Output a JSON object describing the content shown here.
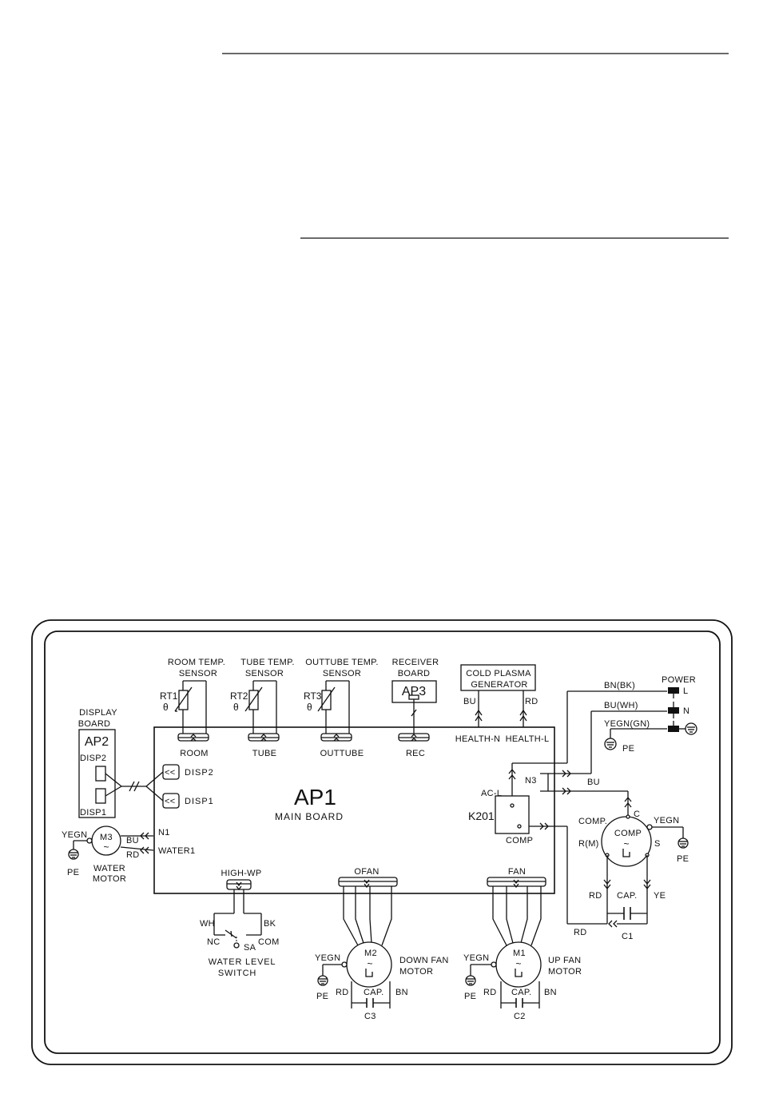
{
  "labels": {
    "room_temp_sensor": [
      "ROOM TEMP.",
      "SENSOR"
    ],
    "tube_temp_sensor": [
      "TUBE TEMP.",
      "SENSOR"
    ],
    "outtube_temp_sensor": [
      "OUTTUBE TEMP.",
      "SENSOR"
    ],
    "receiver_board": [
      "RECEIVER",
      "BOARD"
    ],
    "cold_plasma": [
      "COLD PLASMA",
      "GENERATOR"
    ],
    "power": "POWER",
    "display_board": [
      "DISPLAY",
      "BOARD"
    ],
    "ap2": "AP2",
    "disp2_a": "DISP2",
    "disp1_a": "DISP1",
    "disp2_b": "DISP2",
    "disp1_b": "DISP1",
    "rt1": "RT1",
    "rt2": "RT2",
    "rt3": "RT3",
    "theta": "θ",
    "ap3": "AP3",
    "room": "ROOM",
    "tube": "TUBE",
    "outtube": "OUTTUBE",
    "rec": "REC",
    "bu": "BU",
    "rd": "RD",
    "health_n": "HEALTH-N",
    "health_l": "HEALTH-L",
    "bn_bk": "BN(BK)",
    "bu_wh": "BU(WH)",
    "yegn_gn": "YEGN(GN)",
    "l": "L",
    "n": "N",
    "pe": "PE",
    "ap1": "AP1",
    "main_board": "MAIN BOARD",
    "n3": "N3",
    "ac_l": "AC-L",
    "k201": "K201",
    "comp": "COMP",
    "n1": "N1",
    "water1": "WATER1",
    "yegn": "YEGN",
    "m3": "M3",
    "water_motor": [
      "WATER",
      "MOTOR"
    ],
    "comp_dot": "COMP.",
    "c": "C",
    "r_m": "R(M)",
    "s": "S",
    "cap": "CAP.",
    "ye": "YE",
    "c1": "C1",
    "high_wp": "HIGH-WP",
    "wh": "WH",
    "bk": "BK",
    "nc": "NC",
    "com": "COM",
    "sa": "SA",
    "water_level_switch": [
      "WATER LEVEL",
      "SWITCH"
    ],
    "ofan": "OFAN",
    "fan": "FAN",
    "m2": "M2",
    "m1": "M1",
    "down_fan_motor": [
      "DOWN FAN",
      "MOTOR"
    ],
    "up_fan_motor": [
      "UP FAN",
      "MOTOR"
    ],
    "bn": "BN",
    "c3": "C3",
    "c2": "C2",
    "tilde": "~"
  }
}
